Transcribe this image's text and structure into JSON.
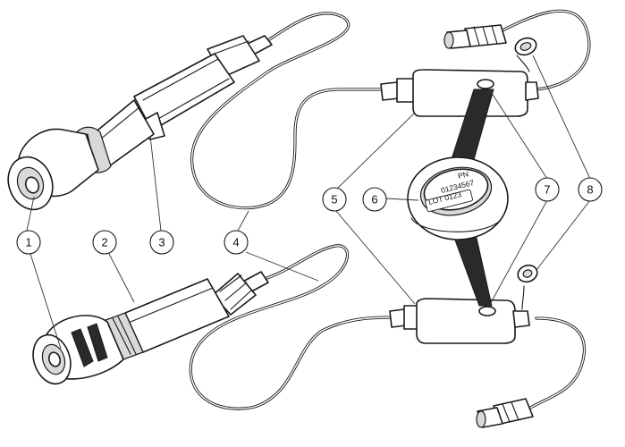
{
  "callouts": [
    "1",
    "2",
    "3",
    "4",
    "5",
    "6",
    "7",
    "8"
  ],
  "detail_label": {
    "pn_title": "PN",
    "pn_value": "01234567",
    "lot": "LOT 0123"
  }
}
